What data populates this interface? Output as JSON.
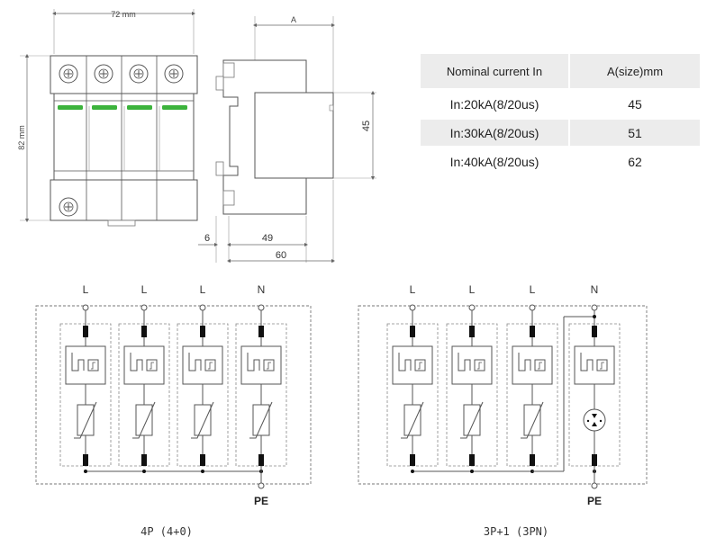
{
  "dimensions": {
    "width_label": "72 mm",
    "height_label": "82 mm",
    "a_label": "A",
    "depth_label": "45",
    "offset_label": "6",
    "base_label": "49",
    "total_label": "60"
  },
  "table": {
    "headers": [
      "Nominal current In",
      "A(size)mm"
    ],
    "rows": [
      {
        "rating": "In:20kA(8/20us)",
        "size": "45"
      },
      {
        "rating": "In:30kA(8/20us)",
        "size": "51"
      },
      {
        "rating": "In:40kA(8/20us)",
        "size": "62"
      }
    ]
  },
  "diagrams": [
    {
      "poles": [
        "L",
        "L",
        "L",
        "N"
      ],
      "pe": "PE",
      "caption": "4P (4+0)"
    },
    {
      "poles": [
        "L",
        "L",
        "L",
        "N"
      ],
      "pe": "PE",
      "caption": "3P+1 (3PN)"
    }
  ],
  "colors": {
    "indicator": "#3cb33c",
    "line": "#555555"
  }
}
